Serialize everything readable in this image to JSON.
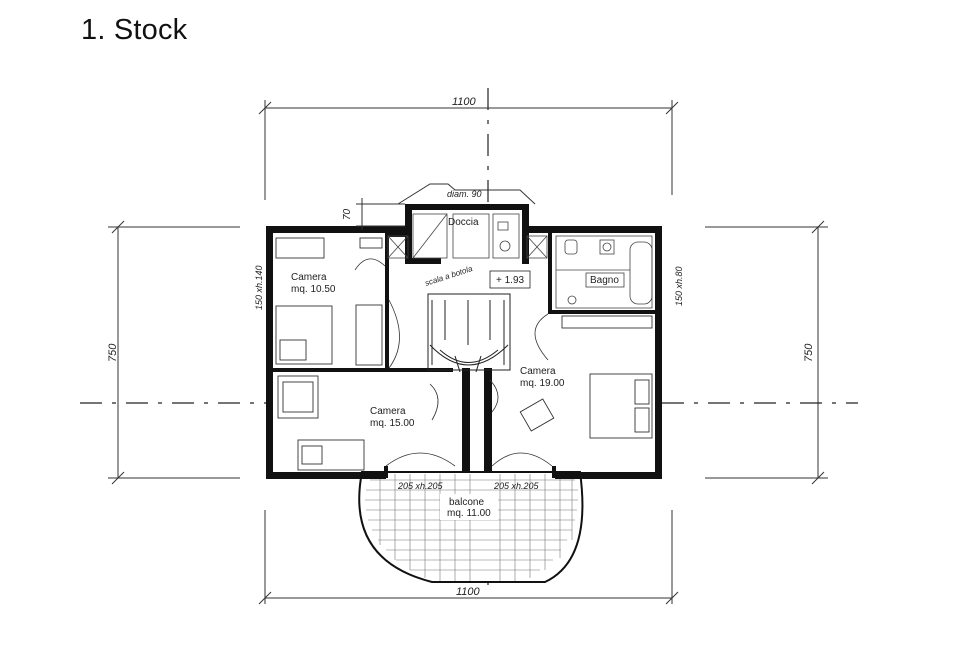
{
  "title": "1. Stock",
  "dimensions": {
    "top_width": "1100",
    "bottom_width": "1100",
    "left_height": "750",
    "right_height": "750",
    "small_top": "70",
    "diameter": "diam. 90"
  },
  "rooms": {
    "camera_small": {
      "name": "Camera",
      "area": "mq. 10.50"
    },
    "camera_left": {
      "name": "Camera",
      "area": "mq. 15.00"
    },
    "camera_right": {
      "name": "Camera",
      "area": "mq. 19.00"
    },
    "doccia": {
      "name": "Doccia"
    },
    "bagno": {
      "name": "Bagno"
    },
    "balcone": {
      "name": "balcone",
      "area": "mq. 11.00"
    }
  },
  "annotations": {
    "level": "+ 1.93",
    "window_left": "150 xh.140",
    "window_right": "150 xh.80",
    "door_left": "205 xh.205",
    "door_right": "205 xh.205",
    "scala": "scala a botola"
  }
}
